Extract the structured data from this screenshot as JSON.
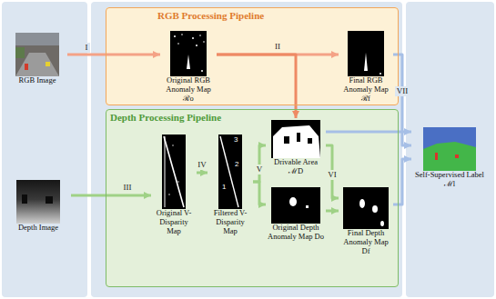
{
  "diagram": {
    "nodes": [
      {
        "text": [
          "RGB Image"
        ]
      },
      {
        "text": [
          "RGB Processing Pipeline"
        ]
      },
      {
        "text": [
          "Original RGB Anomaly Map ℛo"
        ],
        "in": 1
      },
      {
        "text": [
          "Final RGB Anomaly Map ℛf"
        ],
        "in": 1
      },
      {
        "text": [
          "Depth Image"
        ]
      },
      {
        "text": [
          "Depth Processing Pipeline"
        ]
      },
      {
        "text": [
          "Original V-Disparity Map"
        ],
        "in": 5
      },
      {
        "text": [
          "Filtered V-Disparity Map"
        ],
        "in": 5
      },
      {
        "text": [
          "Drivable Area ℳD"
        ],
        "in": 5
      },
      {
        "text": [
          "Original Depth Anomaly Map Do"
        ],
        "in": 5
      },
      {
        "text": [
          "Final Depth Anomaly Map Df"
        ],
        "in": 5
      },
      {
        "text": [
          "Self-Supervised Label ℳl"
        ]
      }
    ],
    "edges": [
      {
        "from": 0,
        "to": 2,
        "arrow": "to",
        "label": "I"
      },
      {
        "from": 2,
        "to": 3,
        "arrow": "to",
        "label": "II"
      },
      {
        "from": 2,
        "to": 8,
        "arrow": "to"
      },
      {
        "from": 4,
        "to": 6,
        "arrow": "to",
        "label": "III"
      },
      {
        "from": 6,
        "to": 7,
        "arrow": "to",
        "label": "IV"
      },
      {
        "from": 7,
        "to": 8,
        "arrow": "to",
        "label": "V"
      },
      {
        "from": 7,
        "to": 9,
        "arrow": "to"
      },
      {
        "from": 8,
        "to": 10,
        "arrow": "to",
        "label": "VI"
      },
      {
        "from": 9,
        "to": 10,
        "arrow": "to"
      },
      {
        "from": 3,
        "to": 11,
        "arrow": "to",
        "label": "VII"
      },
      {
        "from": 8,
        "to": 11,
        "arrow": "to"
      },
      {
        "from": 10,
        "to": 11,
        "arrow": "to"
      }
    ],
    "labels": [
      "3",
      "2",
      "1"
    ]
  }
}
